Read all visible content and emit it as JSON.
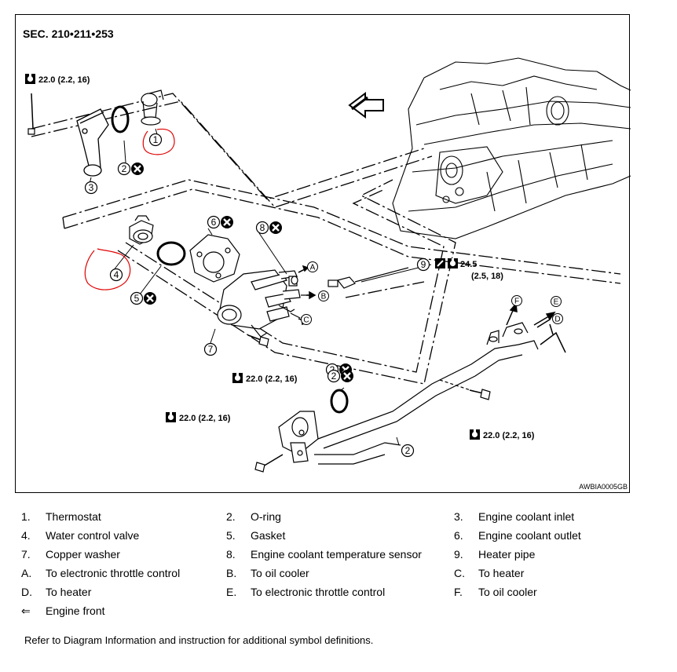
{
  "section": "SEC. 210•211•253",
  "figure_code": "AWBIA0005GB",
  "torques": [
    "22.0 (2.2, 16)",
    "22.0 (2.2, 16)",
    "22.0 (2.2, 16)",
    "22.0 (2.2, 16)",
    "22.0 (2.2, 16)"
  ],
  "sensor_torque": {
    "value": "24.5",
    "units": "(2.5, 18)"
  },
  "callouts": [
    "1",
    "2",
    "3",
    "4",
    "5",
    "6",
    "7",
    "8",
    "9",
    "2",
    "2",
    "2"
  ],
  "letters": [
    "A",
    "B",
    "C",
    "D",
    "E",
    "F"
  ],
  "legend": [
    [
      {
        "key": "1.",
        "text": "Thermostat"
      },
      {
        "key": "2.",
        "text": "O-ring"
      },
      {
        "key": "3.",
        "text": "Engine coolant inlet"
      }
    ],
    [
      {
        "key": "4.",
        "text": "Water control valve"
      },
      {
        "key": "5.",
        "text": "Gasket"
      },
      {
        "key": "6.",
        "text": "Engine coolant outlet"
      }
    ],
    [
      {
        "key": "7.",
        "text": "Copper washer"
      },
      {
        "key": "8.",
        "text": "Engine coolant temperature sensor"
      },
      {
        "key": "9.",
        "text": "Heater pipe"
      }
    ],
    [
      {
        "key": "A.",
        "text": "To electronic throttle control"
      },
      {
        "key": "B.",
        "text": "To oil cooler"
      },
      {
        "key": "C.",
        "text": "To heater"
      }
    ],
    [
      {
        "key": "D.",
        "text": "To heater"
      },
      {
        "key": "E.",
        "text": "To electronic throttle control"
      },
      {
        "key": "F.",
        "text": "To oil cooler"
      }
    ],
    [
      {
        "key": "⇐",
        "text": "Engine front"
      }
    ]
  ],
  "refer_note": "Refer to Diagram Information and instruction for additional symbol definitions."
}
